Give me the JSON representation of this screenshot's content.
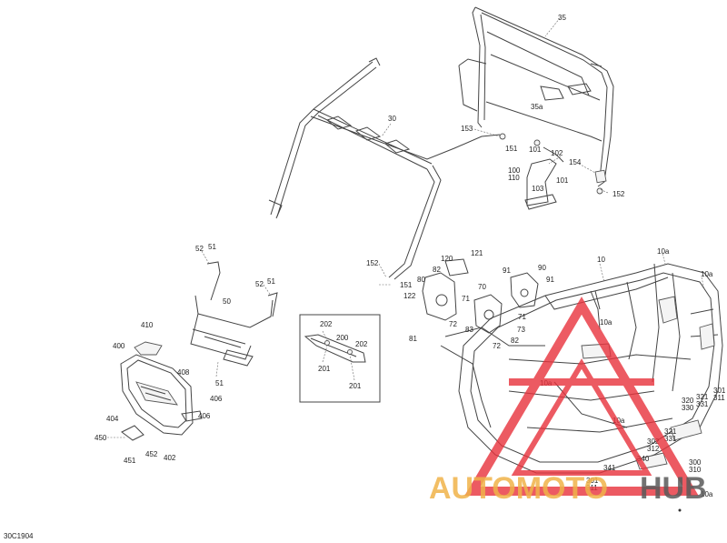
{
  "diagram": {
    "code": "30C1904",
    "labels": [
      {
        "id": "l35",
        "text": "35"
      },
      {
        "id": "l30",
        "text": "30"
      },
      {
        "id": "l153",
        "text": "153"
      },
      {
        "id": "l151a",
        "text": "151"
      },
      {
        "id": "l101a",
        "text": "101"
      },
      {
        "id": "l102",
        "text": "102"
      },
      {
        "id": "l154",
        "text": "154"
      },
      {
        "id": "l100",
        "text": "100"
      },
      {
        "id": "l110",
        "text": "110"
      },
      {
        "id": "l101b",
        "text": "101"
      },
      {
        "id": "l103",
        "text": "103"
      },
      {
        "id": "l152a",
        "text": "152"
      },
      {
        "id": "l35a",
        "text": "35a"
      },
      {
        "id": "l52a",
        "text": "52"
      },
      {
        "id": "l51a",
        "text": "51"
      },
      {
        "id": "l52b",
        "text": "52"
      },
      {
        "id": "l51b",
        "text": "51"
      },
      {
        "id": "l50",
        "text": "50"
      },
      {
        "id": "l51c",
        "text": "51"
      },
      {
        "id": "l410",
        "text": "410"
      },
      {
        "id": "l400",
        "text": "400"
      },
      {
        "id": "l408",
        "text": "408"
      },
      {
        "id": "l406a",
        "text": "406"
      },
      {
        "id": "l406b",
        "text": "406"
      },
      {
        "id": "l404",
        "text": "404"
      },
      {
        "id": "l450",
        "text": "450"
      },
      {
        "id": "l451",
        "text": "451"
      },
      {
        "id": "l452",
        "text": "452"
      },
      {
        "id": "l402",
        "text": "402"
      },
      {
        "id": "l202a",
        "text": "202"
      },
      {
        "id": "l200",
        "text": "200"
      },
      {
        "id": "l202b",
        "text": "202"
      },
      {
        "id": "l201a",
        "text": "201"
      },
      {
        "id": "l201b",
        "text": "201"
      },
      {
        "id": "l152b",
        "text": "152"
      },
      {
        "id": "l151b",
        "text": "151"
      },
      {
        "id": "l120",
        "text": "120"
      },
      {
        "id": "l121",
        "text": "121"
      },
      {
        "id": "l82a",
        "text": "82"
      },
      {
        "id": "l80",
        "text": "80"
      },
      {
        "id": "l122",
        "text": "122"
      },
      {
        "id": "l81",
        "text": "81"
      },
      {
        "id": "l70",
        "text": "70"
      },
      {
        "id": "l71a",
        "text": "71"
      },
      {
        "id": "l72a",
        "text": "72"
      },
      {
        "id": "l83",
        "text": "83"
      },
      {
        "id": "l72b",
        "text": "72"
      },
      {
        "id": "l91a",
        "text": "91"
      },
      {
        "id": "l90",
        "text": "90"
      },
      {
        "id": "l91b",
        "text": "91"
      },
      {
        "id": "l71b",
        "text": "71"
      },
      {
        "id": "l73",
        "text": "73"
      },
      {
        "id": "l82b",
        "text": "82"
      },
      {
        "id": "l10",
        "text": "10"
      },
      {
        "id": "l10a1",
        "text": "10a"
      },
      {
        "id": "l10a2",
        "text": "10a"
      },
      {
        "id": "l10a3",
        "text": "10a"
      },
      {
        "id": "l10a4",
        "text": "10a"
      },
      {
        "id": "l10a5",
        "text": "10a"
      },
      {
        "id": "l10a6",
        "text": "10a"
      },
      {
        "id": "l301a",
        "text": "301"
      },
      {
        "id": "l311a",
        "text": "311"
      },
      {
        "id": "l320",
        "text": "320"
      },
      {
        "id": "l330",
        "text": "330"
      },
      {
        "id": "l321a",
        "text": "321"
      },
      {
        "id": "l331a",
        "text": "331"
      },
      {
        "id": "l321b",
        "text": "321"
      },
      {
        "id": "l331b",
        "text": "331"
      },
      {
        "id": "l302",
        "text": "302"
      },
      {
        "id": "l312",
        "text": "312"
      },
      {
        "id": "l340",
        "text": "340"
      },
      {
        "id": "l341",
        "text": "341"
      },
      {
        "id": "l300",
        "text": "300"
      },
      {
        "id": "l310",
        "text": "310"
      },
      {
        "id": "l301b",
        "text": "301"
      },
      {
        "id": "l311b",
        "text": "311"
      }
    ]
  },
  "watermark": {
    "brand_part1": "AUTOMOTO",
    "brand_part2": "HUB",
    "color_part1": "#f0b34a",
    "color_part2": "#5a5a5a",
    "logo_color": "#e8323c"
  }
}
